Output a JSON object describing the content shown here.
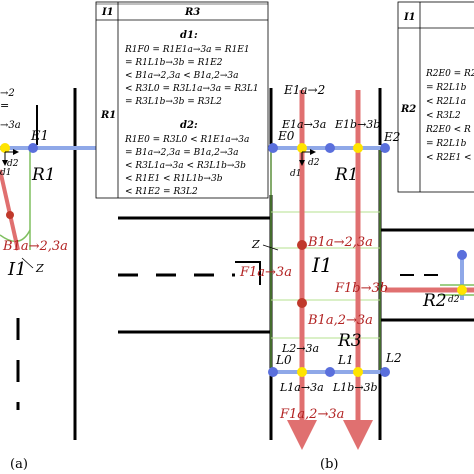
{
  "table_main": {
    "col1_header": "I1",
    "col2_header": "R3",
    "row_label": "R1",
    "d1_title": "d1:",
    "d1_lines": [
      "R1F0 = R1E1a→3a = R1E1",
      "= R1L1b→3b = R1E2",
      "< B1a→2,3a < B1a,2→3a",
      "< R3L0 = R3L1a→3a = R3L1",
      "= R3L1b→3b = R3L2"
    ],
    "d2_title": "d2:",
    "d2_lines": [
      "R1E0 = R3L0 < R1E1a→3a",
      "= B1a→2,3a = B1a,2→3a",
      "< R3L1a→3a < R3L1b→3b",
      "< R1E1 < R1L1b→3b",
      "< R1E2 = R3L2"
    ]
  },
  "table_right": {
    "col1_header": "I1",
    "row_label": "R2",
    "lines": [
      "R2E0 = R2",
      "= R2L1b",
      "< R2L1a",
      "< R3L2",
      "R2E0 < R",
      "= R2L1b",
      "< R2E1 <"
    ]
  },
  "panel_a": {
    "caption": "(a)",
    "label_top": "→2",
    "label_eq": "=",
    "label_3a": "→3a",
    "E1": "E1",
    "d2": "d2",
    "d1": "d1",
    "R1": "R1",
    "B": "B1a→2,3a",
    "I1": "I1",
    "Z": "Z"
  },
  "panel_b": {
    "caption": "(b)",
    "E1a2": "E1a→2",
    "E1a3a": "E1a→3a",
    "E0": "E0",
    "E1b3b": "E1b→3b",
    "E2": "E2",
    "d2": "d2",
    "d1": "d1",
    "R1": "R1",
    "B1": "B1a→2,3a",
    "Z": "Z",
    "I1": "I1",
    "F1a3a": "F1a→3a",
    "F1b3b": "F1b→3b",
    "B2": "B1a,2→3a",
    "R3": "R3",
    "L2a3a": "L2→3a",
    "L0": "L0",
    "L1": "L1",
    "L2": "L2",
    "L1a3a": "L1a→3a",
    "L1b3b": "L1b→3b",
    "F1a23a": "F1a,2→3a",
    "R2": "R2",
    "d2b": "d2"
  },
  "colors": {
    "red_arrow": "#e07070",
    "blue_line": "#8fa8e8",
    "green_line": "#7fbf5f",
    "node_blue": "#5a6fdc",
    "node_yellow": "#ffe400",
    "node_red": "#c0392b"
  }
}
